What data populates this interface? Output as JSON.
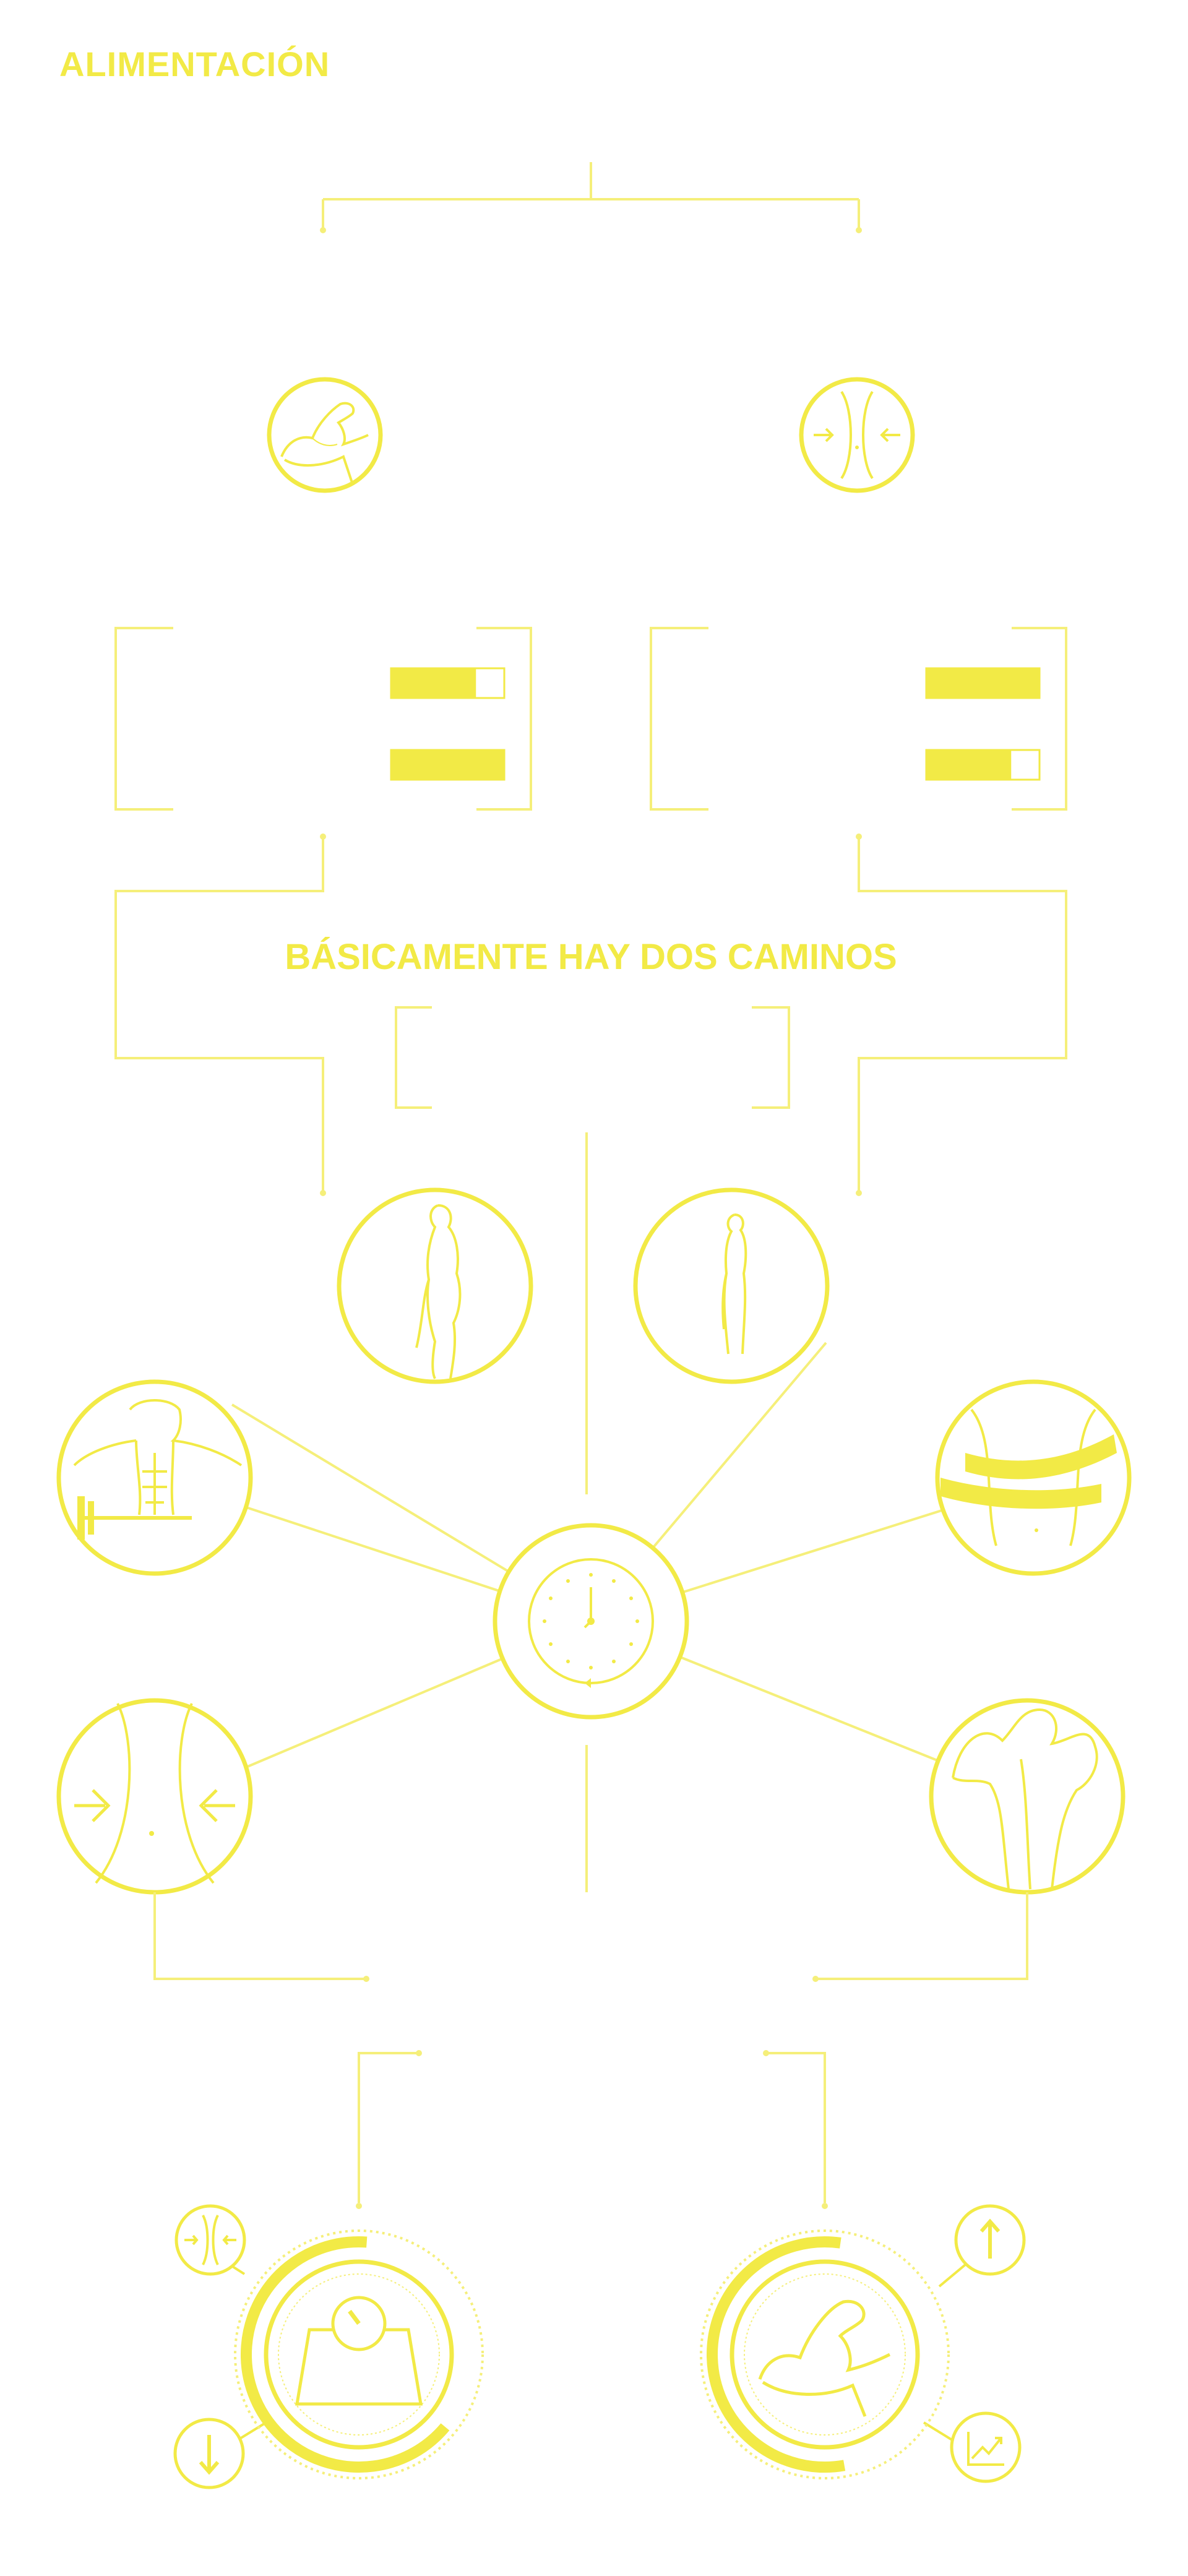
{
  "page_title": "ALIMENTACIÓN",
  "headline": "BÁSICAMENTE HAY DOS CAMINOS",
  "colors": {
    "accent": "#f2ea46",
    "line": "#f5ef7a",
    "background": "#ffffff"
  },
  "top_branches": [
    {
      "icon": "flexed-arm-icon"
    },
    {
      "icon": "waist-reduction-icon"
    }
  ],
  "comparison_panels": [
    {
      "bars": [
        0.75,
        1.0
      ]
    },
    {
      "bars": [
        1.0,
        0.75
      ]
    }
  ],
  "center_hub": {
    "icon": "clock-icon"
  },
  "hub_nodes": [
    {
      "icon": "standing-profile-large-icon"
    },
    {
      "icon": "standing-profile-small-icon"
    },
    {
      "icon": "barbell-torso-icon"
    },
    {
      "icon": "measuring-tape-waist-icon"
    },
    {
      "icon": "waist-arrows-icon"
    },
    {
      "icon": "bodybuilder-back-icon"
    }
  ],
  "outcomes": [
    {
      "main_icon": "weighing-scale-icon",
      "satellites": [
        "waist-reduction-icon",
        "arrow-down-icon"
      ],
      "progress": 0.65
    },
    {
      "main_icon": "flexed-arm-icon",
      "satellites": [
        "arrow-up-icon",
        "growth-chart-icon"
      ],
      "progress": 0.55
    }
  ]
}
